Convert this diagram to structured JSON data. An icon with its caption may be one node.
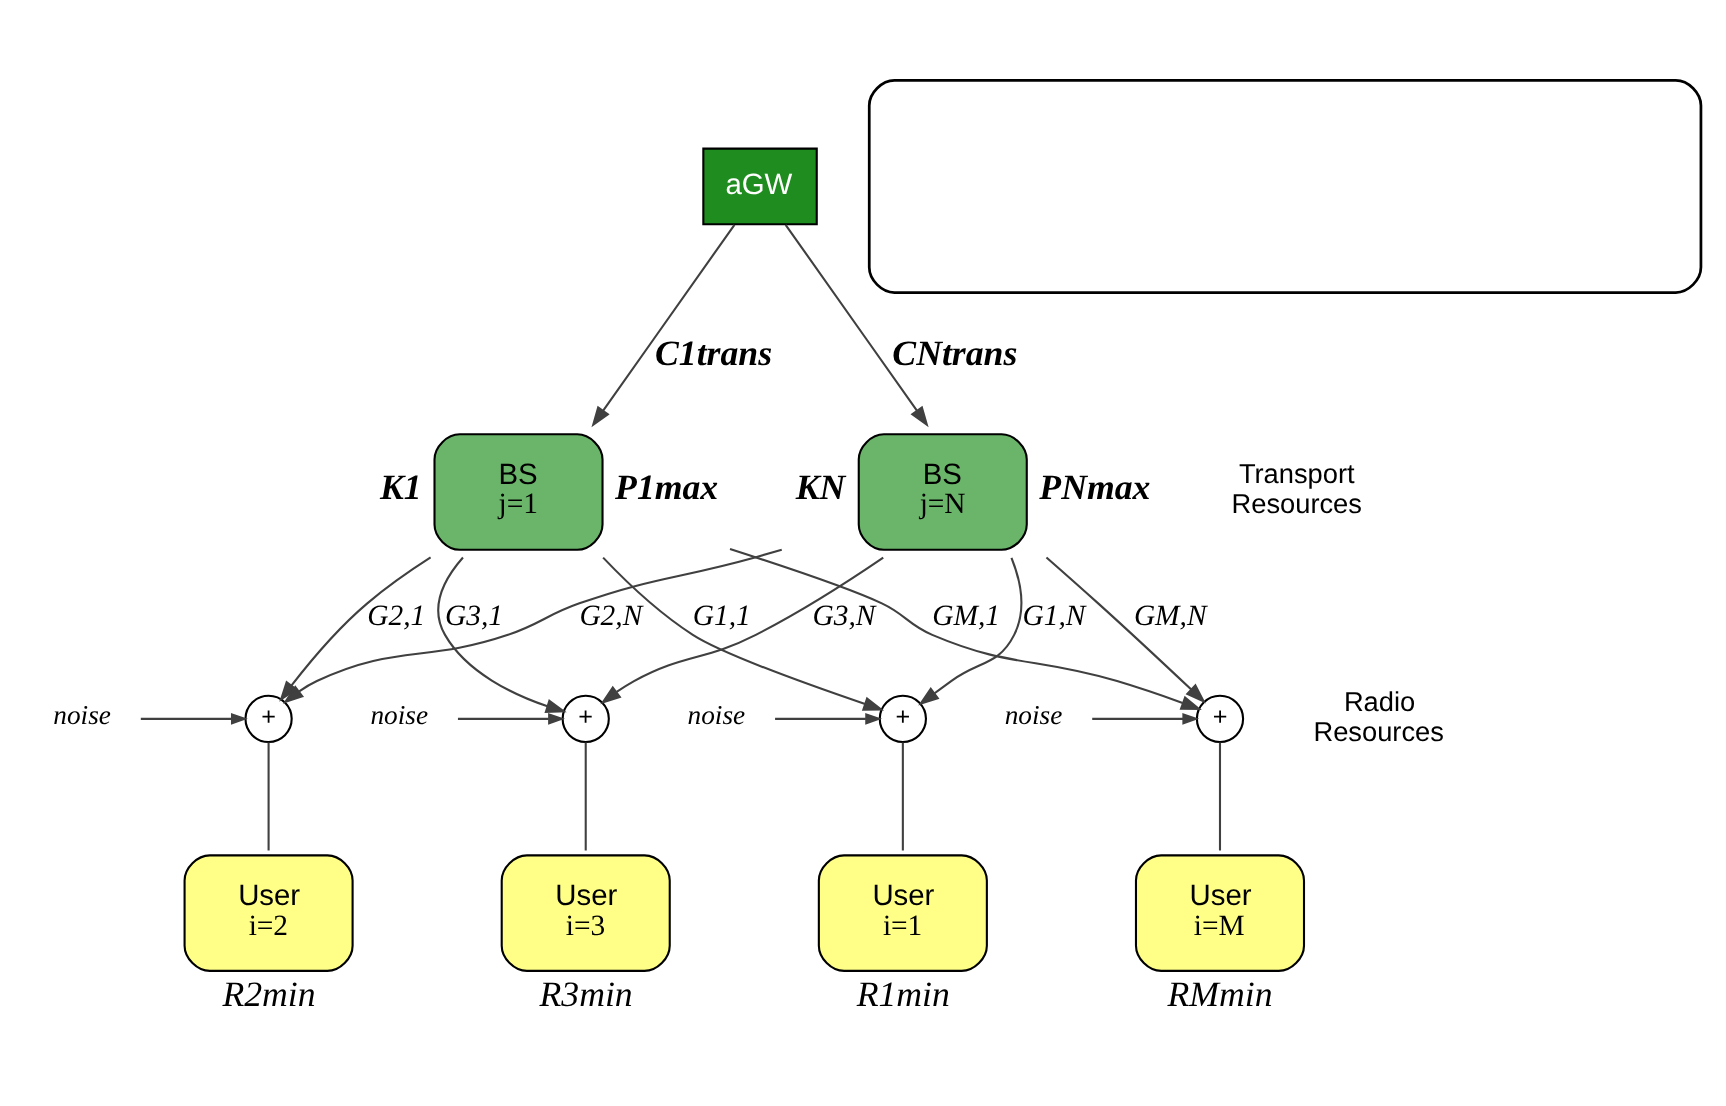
{
  "diagram": {
    "nodes": [
      {
        "text": [
          "aGW"
        ]
      },
      {
        "text": [],
        "shape": "box"
      },
      {
        "text": [
          "BS",
          "j=1"
        ],
        "beside": [
          "K1",
          "P1max"
        ]
      },
      {
        "text": [
          "BS",
          "j=N"
        ],
        "beside": [
          "KN",
          "PNmax"
        ]
      },
      {
        "text": [
          "noise"
        ]
      },
      {
        "text": [
          "+"
        ]
      },
      {
        "text": [
          "noise"
        ]
      },
      {
        "text": [
          "+"
        ]
      },
      {
        "text": [
          "noise"
        ]
      },
      {
        "text": [
          "+"
        ]
      },
      {
        "text": [
          "noise"
        ]
      },
      {
        "text": [
          "+"
        ]
      },
      {
        "text": [
          "User",
          "i=1"
        ],
        "beside": [
          "R1min"
        ]
      },
      {
        "text": [
          "User",
          "i=2"
        ],
        "beside": [
          "R2min"
        ]
      },
      {
        "text": [
          "User",
          "i=3"
        ],
        "beside": [
          "R3min"
        ]
      },
      {
        "text": [
          "User",
          "i=M"
        ],
        "beside": [
          "RMmin"
        ]
      }
    ],
    "edges": [
      {
        "from": 0,
        "to": 2,
        "arrow": "to",
        "label": "C1trans"
      },
      {
        "from": 0,
        "to": 3,
        "arrow": "to",
        "label": "CNtrans"
      },
      {
        "from": 2,
        "to": 5,
        "arrow": "to",
        "label": "G1,1"
      },
      {
        "from": 2,
        "to": 7,
        "arrow": "to",
        "label": "G2,1"
      },
      {
        "from": 2,
        "to": 9,
        "arrow": "to",
        "label": "G3,1"
      },
      {
        "from": 2,
        "to": 11,
        "arrow": "to",
        "label": "GM,1"
      },
      {
        "from": 3,
        "to": 5,
        "arrow": "to",
        "label": "G1,N"
      },
      {
        "from": 3,
        "to": 7,
        "arrow": "to",
        "label": "G2,N"
      },
      {
        "from": 3,
        "to": 9,
        "arrow": "to",
        "label": "G3,N"
      },
      {
        "from": 3,
        "to": 11,
        "arrow": "to",
        "label": "GM,N"
      },
      {
        "from": 4,
        "to": 5,
        "arrow": "to"
      },
      {
        "from": 6,
        "to": 7,
        "arrow": "to"
      },
      {
        "from": 8,
        "to": 9,
        "arrow": "to"
      },
      {
        "from": 10,
        "to": 11,
        "arrow": "to"
      },
      {
        "from": 5,
        "to": 12,
        "arrow": "none"
      },
      {
        "from": 7,
        "to": 13,
        "arrow": "none"
      },
      {
        "from": 9,
        "to": 14,
        "arrow": "none"
      },
      {
        "from": 11,
        "to": 15,
        "arrow": "none"
      }
    ],
    "labels": [
      "Transport Resources",
      "Radio Resources"
    ]
  }
}
